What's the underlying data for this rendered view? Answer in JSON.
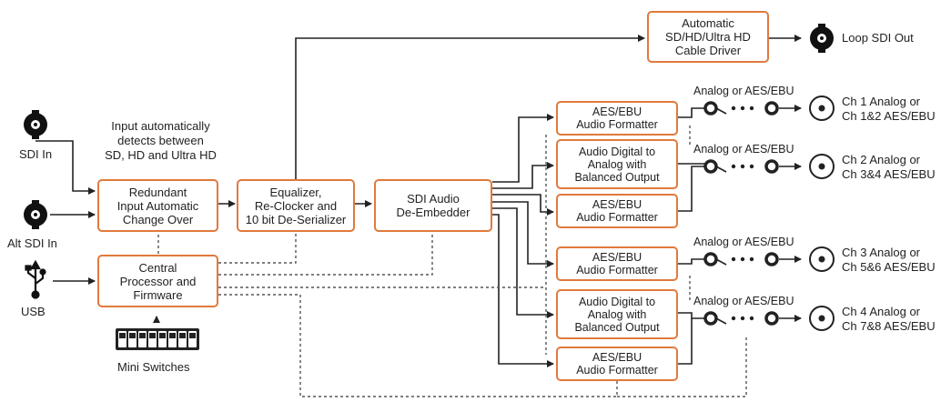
{
  "inputs": {
    "sdi_in": "SDI In",
    "alt_sdi_in": "Alt SDI In",
    "usb": "USB"
  },
  "notes": {
    "auto_detect": "Input automatically\ndetects between\nSD, HD and Ultra HD",
    "mini_switches": "Mini Switches"
  },
  "blocks": {
    "redundant": "Redundant\nInput Automatic\nChange Over",
    "processor": "Central\nProcessor and\nFirmware",
    "equalizer": "Equalizer,\nRe-Clocker and\n10 bit De-Serializer",
    "deembedder": "SDI Audio\nDe-Embedder",
    "cable_driver": "Automatic\nSD/HD/Ultra HD\nCable Driver",
    "aes_1": "AES/EBU\nAudio Formatter",
    "analog_1": "Audio Digital to\nAnalog with\nBalanced Output",
    "aes_2": "AES/EBU\nAudio Formatter",
    "aes_3": "AES/EBU\nAudio Formatter",
    "analog_2": "Audio Digital to\nAnalog with\nBalanced Output",
    "aes_4": "AES/EBU\nAudio Formatter"
  },
  "switch_labels": {
    "s1": "Analog or AES/EBU",
    "s2": "Analog or AES/EBU",
    "s3": "Analog or AES/EBU",
    "s4": "Analog or AES/EBU"
  },
  "outputs": {
    "loop": "Loop SDI Out",
    "ch1": "Ch 1 Analog or\nCh 1&2 AES/EBU",
    "ch2": "Ch 2 Analog or\nCh 3&4 AES/EBU",
    "ch3": "Ch 3 Analog or\nCh 5&6 AES/EBU",
    "ch4": "Ch 4 Analog or\nCh 7&8 AES/EBU"
  },
  "colors": {
    "box_border": "#e07a3c",
    "line": "#222222",
    "dotted": "#555555"
  }
}
